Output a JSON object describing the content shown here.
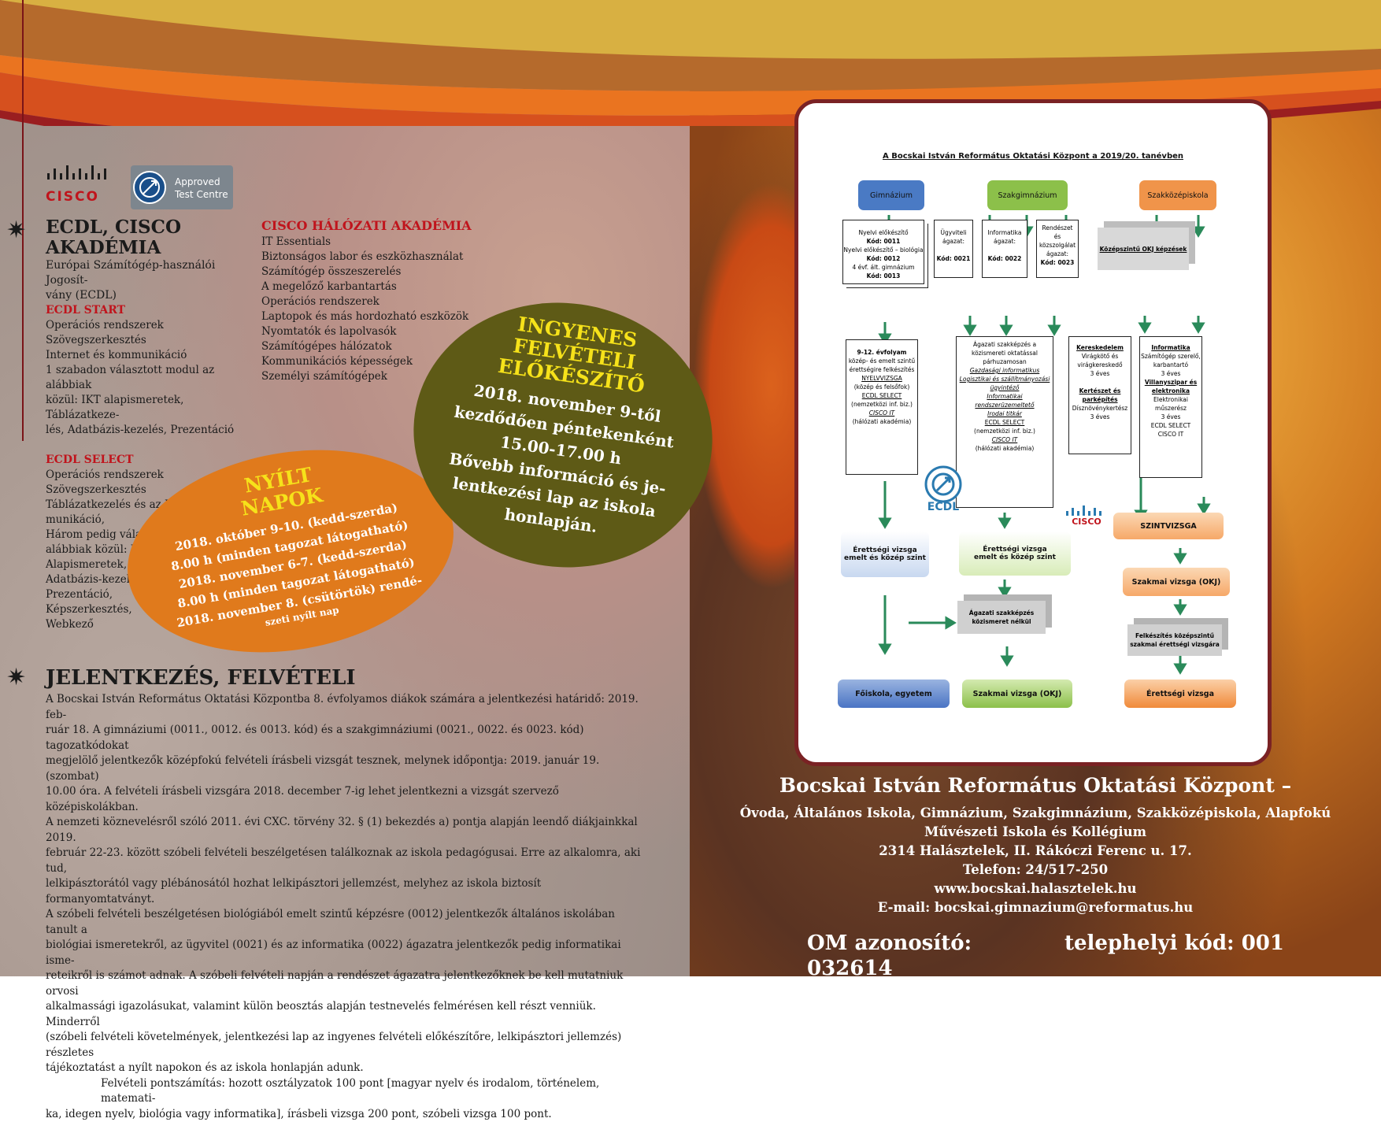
{
  "logos": {
    "cisco_text": "CISCO",
    "atc_line1": "Approved",
    "atc_line2": "Test Centre"
  },
  "ecdl": {
    "title": "ECDL, CISCO AKADÉMIA",
    "desc1": "Európai Számítógép-használói Jogosít-",
    "desc2": "vány (ECDL)",
    "start_title": "ECDL START",
    "start_items": [
      "Operációs rendszerek",
      "Szövegszerkesztés",
      "Internet és kommunikáció",
      "1 szabadon választott modul az alábbiak",
      "közül: IKT alapismeretek, Táblázatkeze-",
      "lés, Adatbázis-kezelés, Prezentáció"
    ],
    "select_title": "ECDL SELECT",
    "select_items": [
      "Operációs rendszerek",
      "Szövegszerkesztés",
      "Táblázatkezelés és az Internet és kom-",
      "munikáció,",
      "Három pedig választható az",
      "alábbiak közül: IKT",
      "Alapismeretek,",
      "Adatbázis-kezelés,",
      "Prezentáció,",
      "Képszerkesztés,",
      "Webkező"
    ]
  },
  "cisco_academy": {
    "title": "CISCO HÁLÓZATI AKADÉMIA",
    "items": [
      "IT Essentials",
      "Biztonságos labor és eszközhasználat",
      "Számítógép összeszerelés",
      "A megelőző karbantartás",
      "Operációs rendszerek",
      "Laptopok és más hordozható eszközök",
      "Nyomtatók és lapolvasók",
      "Számítógépes hálózatok",
      "Kommunikációs képességek",
      "Személyi számítógépek"
    ]
  },
  "open_days": {
    "title1": "NYÍLT",
    "title2": "NAPOK",
    "lines": [
      "2018. október 9-10. (kedd-szerda)",
      "8.00 h (minden tagozat látogatható)",
      "2018. november 6-7. (kedd-szerda)",
      "8.00 h (minden tagozat látogatható)",
      "2018. november 8. (csütörtök) rendé-",
      "szeti nyílt nap"
    ]
  },
  "prep": {
    "title1": "INGYENES",
    "title2": "FELVÉTELI",
    "title3": "ELŐKÉSZÍTŐ",
    "lines": [
      "2018. november 9-től",
      "kezdődően péntekenként",
      "15.00-17.00 h",
      "Bővebb információ és je-",
      "lentkezési lap az iskola",
      "honlapján."
    ]
  },
  "admission": {
    "title": "JELENTKEZÉS, FELVÉTELI",
    "lines": [
      "A Bocskai István Református Oktatási Központba 8. évfolyamos diákok számára a jelentkezési határidő: 2019. feb-",
      "ruár 18. A gimnáziumi (0011., 0012. és 0013. kód) és a szakgimnáziumi (0021., 0022. és 0023. kód) tagozatkódokat",
      "megjelölő jelentkezők középfokú felvételi írásbeli vizsgát tesznek, melynek időpontja: 2019. január 19. (szombat)",
      "10.00 óra. A felvételi írásbeli vizsgára 2018. december 7-ig lehet jelentkezni a vizsgát szervező középiskolákban.",
      "A nemzeti köznevelésről szóló 2011. évi CXC. törvény 32. § (1) bekezdés a) pontja alapján leendő diákjainkkal 2019.",
      "február 22-23. között szóbeli felvételi beszélgetésen találkoznak az iskola pedagógusai. Erre az alkalomra, aki tud,",
      "lelkipásztorától vagy plébánosától hozhat lelkipásztori jellemzést, melyhez az iskola biztosít formanyomtatványt.",
      "A szóbeli felvételi beszélgetésen biológiából emelt szintű képzésre (0012) jelentkezők általános iskolában tanult a",
      "biológiai ismeretekről, az ügyvitel (0021) és az informatika (0022) ágazatra jelentkezők pedig informatikai isme-",
      "reteikről is számot adnak. A szóbeli felvételi napján a rendészet ágazatra jelentkezőknek be kell mutatniuk orvosi",
      "alkalmassági igazolásukat, valamint külön beosztás alapján testnevelés felmérésen kell részt venniük. Minderről",
      "(szóbeli felvételi követelmények, jelentkezési lap az ingyenes felvételi előkészítőre, lelkipásztori jellemzés) részletes",
      "tájékoztatást a nyílt napokon és az iskola honlapján adunk.",
      "Felvételi pontszámítás: hozott osztályzatok 100 pont [magyar nyelv és irodalom, történelem, matemati-",
      "ka, idegen nyelv, biológia vagy informatika], írásbeli vizsga 200 pont, szóbeli vizsga 100 pont."
    ]
  },
  "chart": {
    "title": "A Bocskai István Református Oktatási Központ a 2019/20. tanévben",
    "col_gimn": "Gimnázium",
    "col_szakg": "Szakgimnázium",
    "col_szakk": "Szakközépiskola",
    "gimn_codes": [
      "Nyelvi előkészítő",
      "Kód: 0011",
      "Nyelvi előkészítő – biológia",
      "Kód: 0012",
      "4 évf. ált. gimnázium",
      "Kód: 0013"
    ],
    "ugyvitel": [
      "Ügyviteli",
      "ágazat:",
      "",
      "Kód: 0021"
    ],
    "informatika": [
      "Informatika",
      "ágazat:",
      "",
      "Kód: 0022"
    ],
    "rendeszet": [
      "Rendészet",
      "és",
      "közszolgálat",
      "ágazat:",
      "Kód: 0023"
    ],
    "okj_box": "Középszintű OKJ képzések",
    "gimn_detail": [
      "9-12. évfolyam",
      "",
      "közép- és emelt szintű",
      "érettségire felkészítés",
      "",
      "NYELVVIZSGA",
      "(közép és felsőfok)",
      "",
      "ECDL SELECT",
      "(nemzetközi inf. biz.)",
      "",
      "CISCO IT",
      "(hálózati akadémia)"
    ],
    "szakg_detail": [
      "Ágazati szakképzés a",
      "közismereti oktatással",
      "párhuzamosan",
      "",
      "Gazdasági informatikus",
      "",
      "Logisztikai és szállítmányozási",
      "ügyintéző",
      "",
      "Informatikai rendszerüzemeltető",
      "",
      "Irodai titkár",
      "",
      "ECDL SELECT",
      "(nemzetközi inf. biz.)",
      "",
      "CISCO IT",
      "(hálózati akadémia)"
    ],
    "keresk_detail": [
      "Kereskedelem",
      "",
      "Virágkötő és",
      "virágkereskedő",
      "3 éves",
      "",
      "",
      "Kertészet és",
      "parképítés",
      "",
      "Dísznövénykertész",
      "3 éves"
    ],
    "info_detail": [
      "Informatika",
      "",
      "Számítógép szerelő,",
      "karbantartó",
      "3 éves",
      "",
      "Villanyszipar és",
      "elektronika",
      "",
      "Elektronikai",
      "műszerész",
      "3 éves",
      "",
      "ECDL SELECT",
      "",
      "CISCO IT"
    ],
    "ecdl_label": "ECDL",
    "cisco_label": "CISCO",
    "szintvizsga": "SZINTVIZSGA",
    "gimn_erettsegi": [
      "Érettségi vizsga",
      "emelt és közép szint"
    ],
    "szakg_erettsegi": [
      "Érettségi vizsga",
      "emelt és közép szint"
    ],
    "okj_szakmai": "Szakmai vizsga (OKJ)",
    "agazati_box": [
      "Ágazati szakképzés",
      "közismeret nélkül"
    ],
    "felkeszites_box": [
      "Felkészítés középszintű",
      "szakmai érettségi vizsgára"
    ],
    "out_gimn": "Főiskola, egyetem",
    "out_szakg": "Szakmai vizsga (OKJ)",
    "out_szakk": "Érettségi vizsga"
  },
  "footer": {
    "name": "Bocskai István Református Oktatási Központ –",
    "line1": "Óvoda, Általános Iskola, Gimnázium, Szakgimnázium, Szakközépiskola, Alapfokú",
    "line2": "Művészeti Iskola és Kollégium",
    "address": "2314 Halásztelek, II. Rákóczi Ferenc u. 17.",
    "phone": "Telefon: 24/517-250",
    "web": "www.bocskai.halasztelek.hu",
    "email": "E-mail: bocskai.gimnazium@reformatus.hu",
    "om": "OM azonosító: 032614",
    "site_code": "telephelyi kód: 001"
  }
}
